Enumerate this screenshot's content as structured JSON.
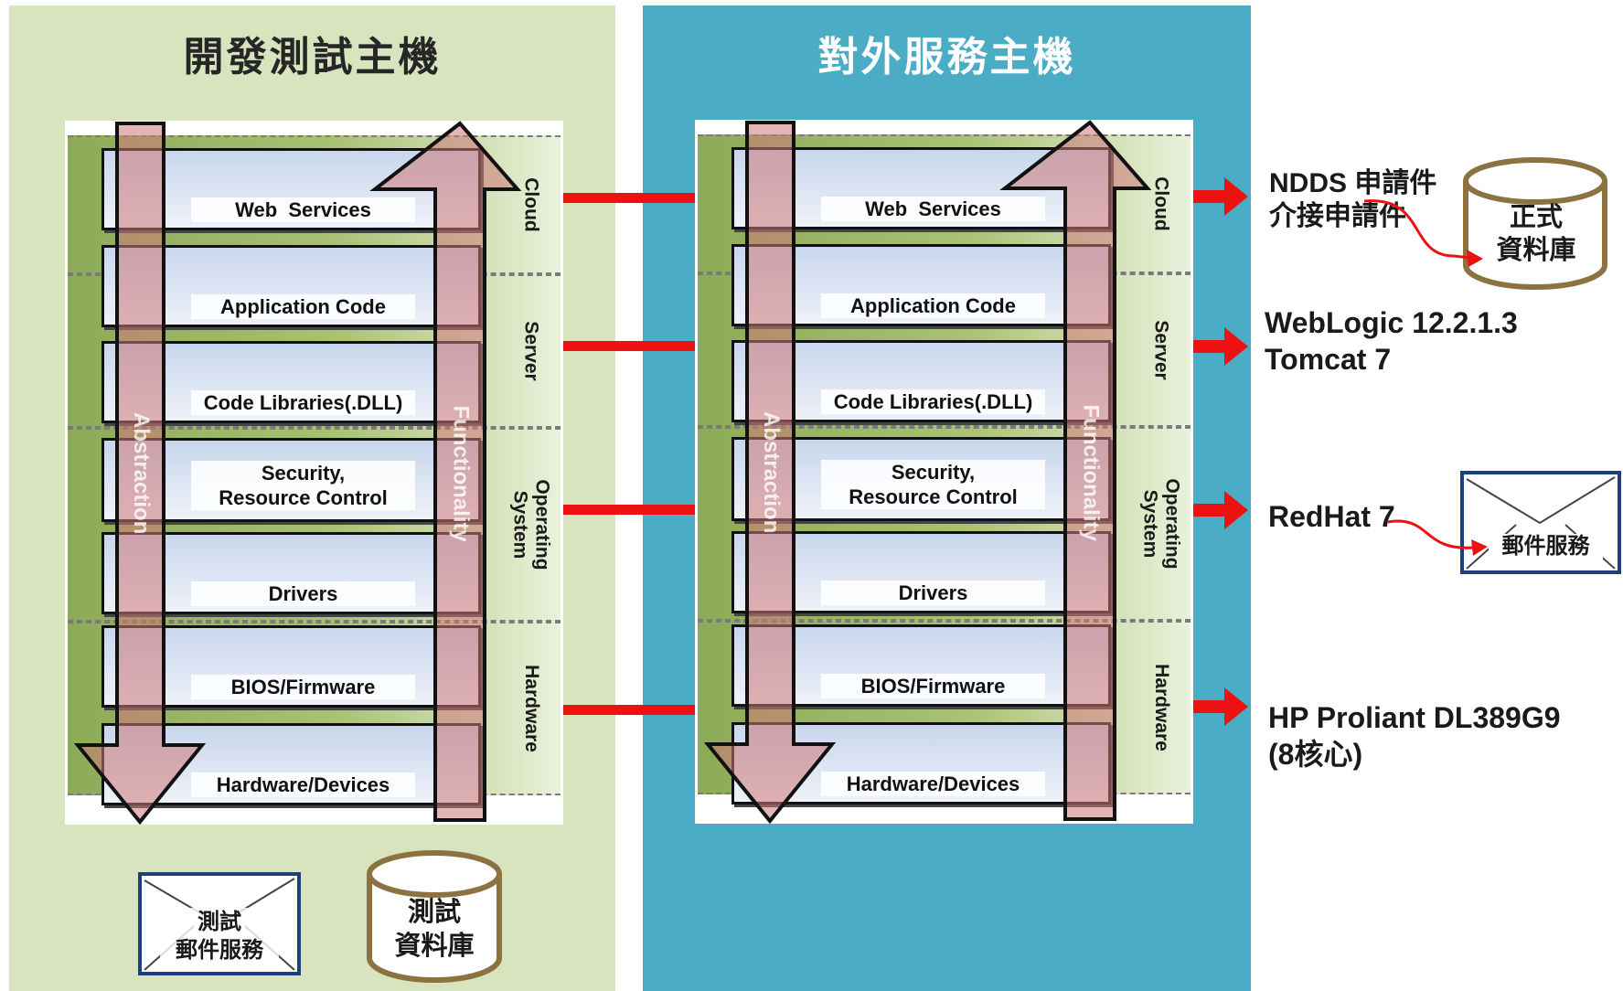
{
  "panels": {
    "dev_title": "開發測試主機",
    "prod_title": "對外服務主機"
  },
  "groups": {
    "cloud": "Cloud",
    "server": "Server",
    "os": "Operating\nSystem",
    "hardware": "Hardware"
  },
  "layers": {
    "web_services": "Web  Services",
    "application_code": "Application Code",
    "code_libraries": "Code Libraries(.DLL)",
    "security": "Security,\nResource Control",
    "drivers": "Drivers",
    "bios": "BIOS/Firmware",
    "hardware_devices": "Hardware/Devices"
  },
  "arrows": {
    "abstraction": "Abstraction",
    "functionality": "Functionality"
  },
  "side": {
    "ndds": "NDDS 申請件\n介接申請件",
    "formal_db": "正式\n資料庫",
    "weblogic": "WebLogic 12.2.1.3\nTomcat 7",
    "redhat": "RedHat 7",
    "mail_service": "郵件服務",
    "hp": "HP Proliant DL389G9\n(8核心)"
  },
  "bottom": {
    "test_mail": "測試\n郵件服務",
    "test_db": "測試\n資料庫"
  },
  "colors": {
    "dev_panel": "#d7e4bd",
    "prod_panel": "#4bacc6",
    "connector": "#ee1111",
    "arrow_fill": "#d28a8a"
  }
}
